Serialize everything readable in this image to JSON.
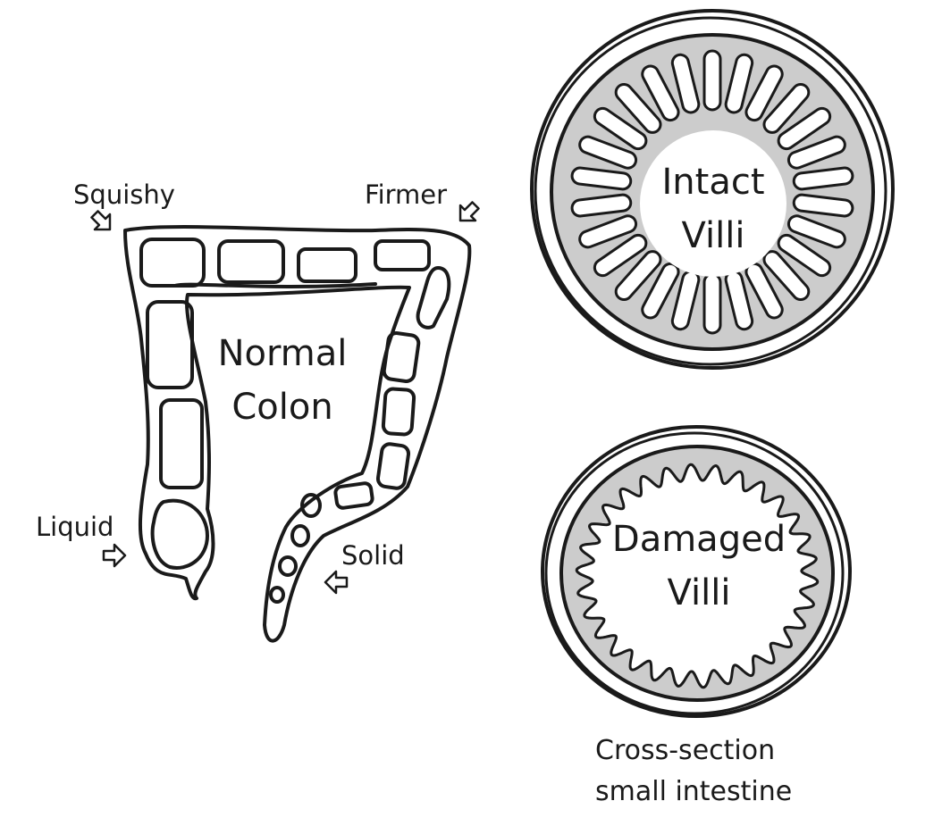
{
  "colon": {
    "title_line1": "Normal",
    "title_line2": "Colon",
    "labels": {
      "squishy": "Squishy",
      "firmer": "Firmer",
      "liquid": "Liquid",
      "solid": "Solid"
    }
  },
  "intact": {
    "line1": "Intact",
    "line2": "Villi",
    "villi_count": 26
  },
  "damaged": {
    "line1": "Damaged",
    "line2": "Villi",
    "bump_count": 30
  },
  "caption": {
    "line1": "Cross-section",
    "line2": "small intestine"
  },
  "colors": {
    "ink": "#1a1a1a",
    "tissue": "#cccccc",
    "paper": "#ffffff"
  }
}
